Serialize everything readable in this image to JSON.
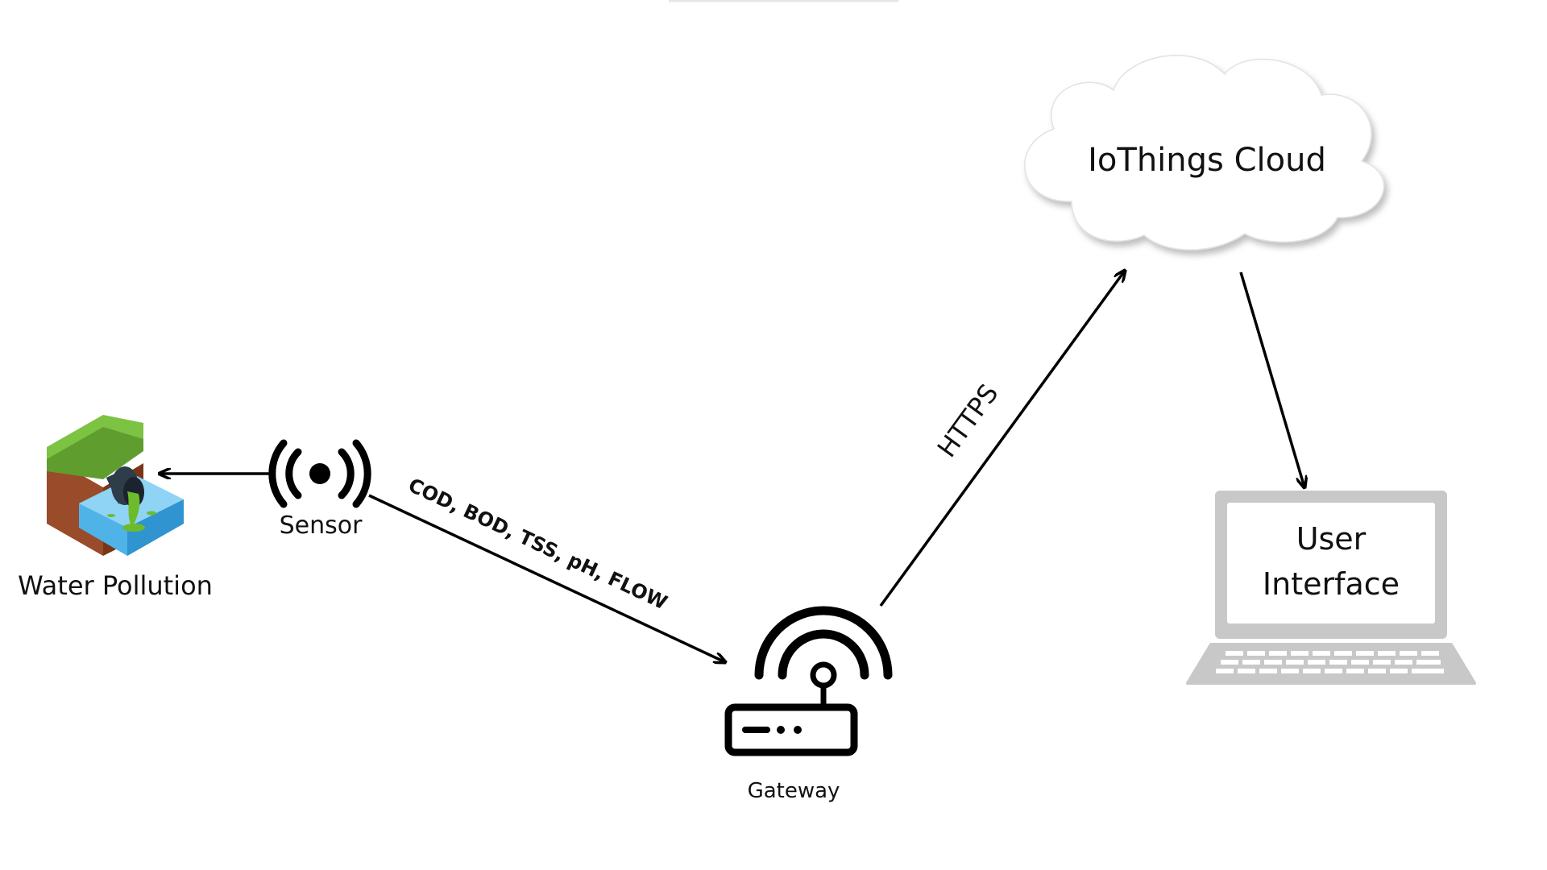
{
  "colors": {
    "ink": "#000000",
    "laptop_gray": "#c8c8c8",
    "cloud_shadow": "#d0d0d0",
    "grass": "#7cc243",
    "grass_dark": "#5f9e2e",
    "soil": "#9a4b2a",
    "soil_dark": "#7a3518",
    "water": "#4fb3e8",
    "water_light": "#8fd4f5",
    "pipe": "#2f3c4a",
    "sludge": "#6dbb2d"
  },
  "nodes": {
    "water_pollution": {
      "label": "Water Pollution",
      "icon": "polluted-water-pipe-icon"
    },
    "sensor": {
      "label": "Sensor",
      "icon": "wireless-signal-icon"
    },
    "gateway": {
      "label": "Gateway",
      "icon": "router-icon"
    },
    "cloud": {
      "label": "IoThings Cloud",
      "icon": "cloud-icon"
    },
    "user_interface": {
      "label_line1": "User",
      "label_line2": "Interface",
      "icon": "laptop-icon"
    }
  },
  "edges": {
    "sensor_to_gateway": {
      "label": "COD, BOD, TSS, pH, FLOW"
    },
    "gateway_to_cloud": {
      "label": "HTTPS"
    }
  }
}
